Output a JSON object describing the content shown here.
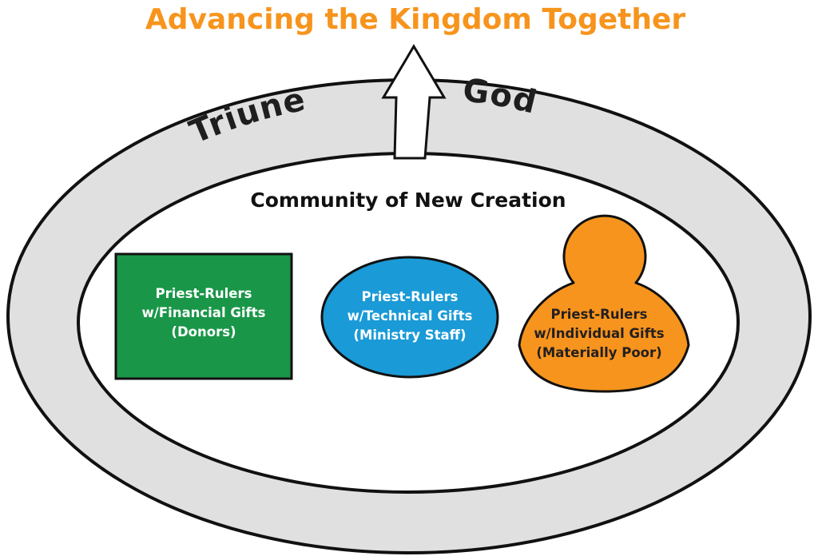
{
  "title": "Advancing the Kingdom Together",
  "ring": {
    "label_left": "Triune",
    "label_right": "God"
  },
  "community": {
    "label": "Community of New Creation"
  },
  "groups": [
    {
      "shape": "rectangle",
      "color": "#1a9648",
      "text_color": "#ffffff",
      "lines": [
        "Priest-Rulers",
        "w/Financial Gifts",
        "(Donors)"
      ]
    },
    {
      "shape": "ellipse",
      "color": "#1a9ad6",
      "text_color": "#ffffff",
      "lines": [
        "Priest-Rulers",
        "w/Technical Gifts",
        "(Ministry Staff)"
      ]
    },
    {
      "shape": "person",
      "color": "#f7941d",
      "text_color": "#231f20",
      "lines": [
        "Priest-Rulers",
        "w/Individual Gifts",
        "(Materially Poor)"
      ]
    }
  ],
  "colors": {
    "title": "#f7941d",
    "ring_fill": "#e0e0e0",
    "outline": "#111111",
    "text_dark": "#111111"
  }
}
